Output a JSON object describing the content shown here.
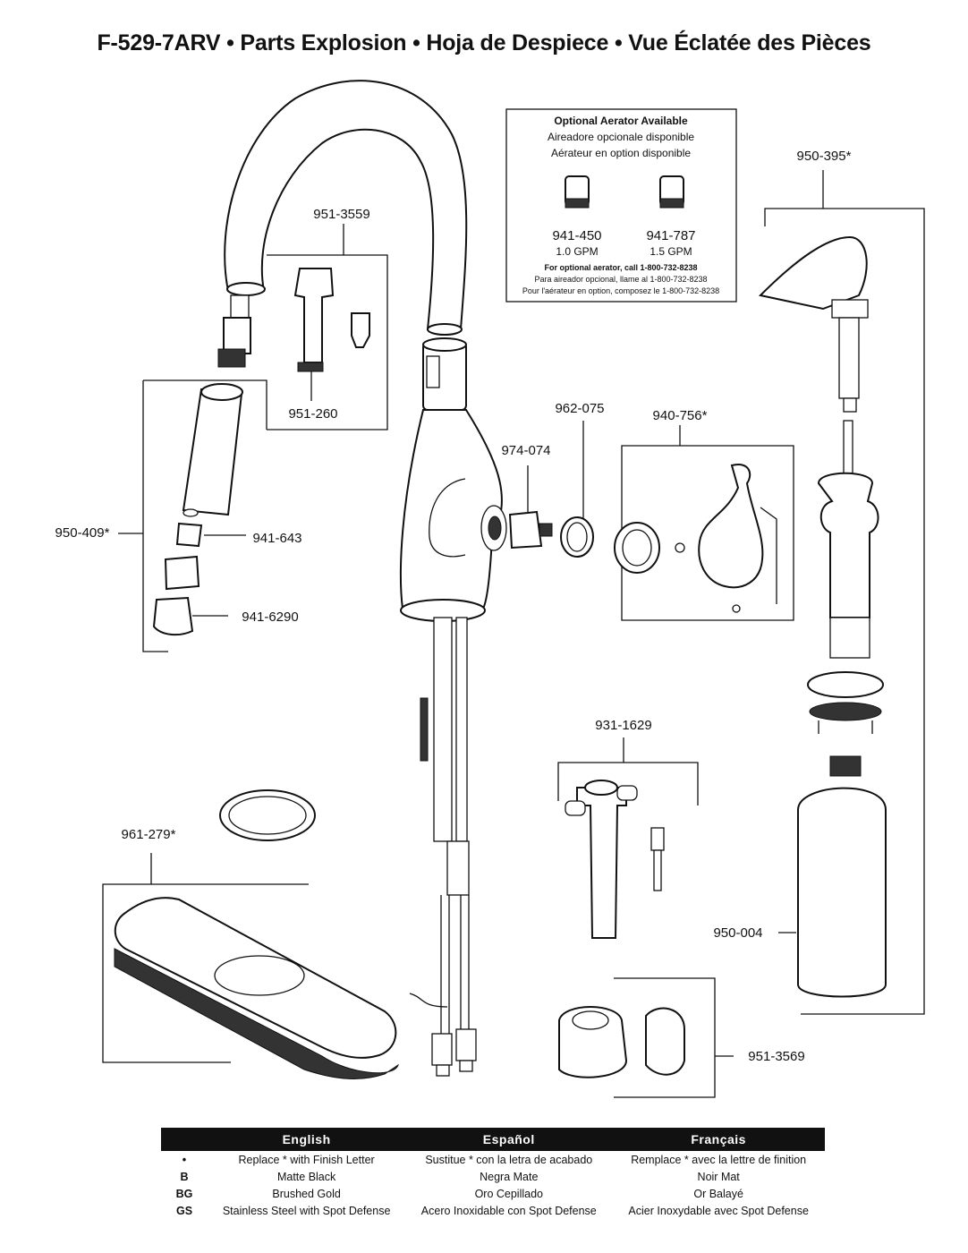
{
  "title": "F-529-7ARV • Parts Explosion • Hoja de Despiece • Vue Éclatée des Pièces",
  "parts": {
    "p951_3559": "951-3559",
    "p951_260": "951-260",
    "p950_409": "950-409*",
    "p941_643": "941-643",
    "p941_6290": "941-6290",
    "p974_074": "974-074",
    "p962_075": "962-075",
    "p940_756": "940-756*",
    "p950_395": "950-395*",
    "p931_1629": "931-1629",
    "p961_279": "961-279*",
    "p950_004": "950-004",
    "p951_3569": "951-3569"
  },
  "aerator_box": {
    "heading": "Optional Aerator Available",
    "line_es": "Aireadore opcionale disponible",
    "line_fr": "Aérateur en option disponible",
    "part_a": "941-450",
    "flow_a": "1.0 GPM",
    "part_b": "941-787",
    "flow_b": "1.5 GPM",
    "call_en": "For optional aerator, call 1-800-732-8238",
    "call_es": "Para aireador opcional, llame al 1-800-732-8238",
    "call_fr": "Pour l'aérateur en option, composez le 1-800-732-8238"
  },
  "legend": {
    "headers": [
      "English",
      "Español",
      "Français"
    ],
    "rows": [
      {
        "code": "•",
        "en": "Replace * with Finish Letter",
        "es": "Sustitue * con la letra de acabado",
        "fr": "Remplace * avec la lettre de finition"
      },
      {
        "code": "B",
        "en": "Matte Black",
        "es": "Negra Mate",
        "fr": "Noir Mat"
      },
      {
        "code": "BG",
        "en": "Brushed Gold",
        "es": "Oro Cepillado",
        "fr": "Or Balayé"
      },
      {
        "code": "GS",
        "en": "Stainless Steel with Spot Defense",
        "es": "Acero Inoxidable con Spot Defense",
        "fr": "Acier Inoxydable avec Spot Defense"
      }
    ]
  }
}
